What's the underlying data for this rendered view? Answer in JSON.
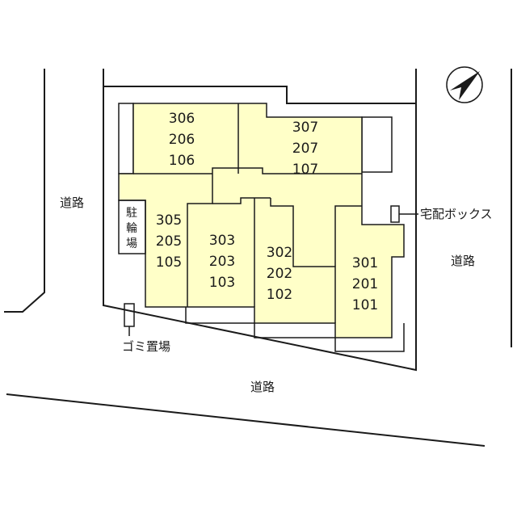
{
  "roads": {
    "west": "道路",
    "east": "道路",
    "south": "道路"
  },
  "facilities": {
    "bicycle_parking": "駐輪場",
    "bicycle_parking_chars": [
      "駐",
      "輪",
      "場"
    ],
    "garbage_area": "ゴミ置場",
    "delivery_box": "宅配ボックス"
  },
  "north_arrow_icon": "north-arrow-icon",
  "units": {
    "b306": [
      "306",
      "206",
      "106"
    ],
    "b307": [
      "307",
      "207",
      "107"
    ],
    "b305": [
      "305",
      "205",
      "105"
    ],
    "b303": [
      "303",
      "203",
      "103"
    ],
    "b302": [
      "302",
      "202",
      "102"
    ],
    "b301": [
      "301",
      "201",
      "101"
    ]
  },
  "colors": {
    "building_fill": "#ffffc8",
    "line": "#1a1a1a"
  }
}
